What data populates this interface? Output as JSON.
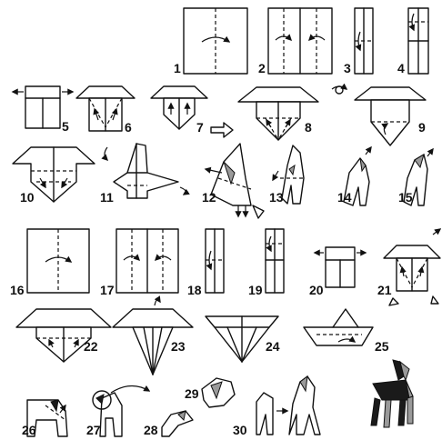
{
  "steps": [
    {
      "n": "1"
    },
    {
      "n": "2"
    },
    {
      "n": "3"
    },
    {
      "n": "4"
    },
    {
      "n": "5"
    },
    {
      "n": "6"
    },
    {
      "n": "7"
    },
    {
      "n": "8"
    },
    {
      "n": "9"
    },
    {
      "n": "10"
    },
    {
      "n": "11"
    },
    {
      "n": "12"
    },
    {
      "n": "13"
    },
    {
      "n": "14"
    },
    {
      "n": "15"
    },
    {
      "n": "16"
    },
    {
      "n": "17"
    },
    {
      "n": "18"
    },
    {
      "n": "19"
    },
    {
      "n": "20"
    },
    {
      "n": "21"
    },
    {
      "n": "22"
    },
    {
      "n": "23"
    },
    {
      "n": "24"
    },
    {
      "n": "25"
    },
    {
      "n": "26"
    },
    {
      "n": "27"
    },
    {
      "n": "28"
    },
    {
      "n": "29"
    },
    {
      "n": "30"
    }
  ],
  "colors": {
    "ink": "#111111",
    "paper": "#ffffff",
    "shade": "#9a9a9a"
  }
}
